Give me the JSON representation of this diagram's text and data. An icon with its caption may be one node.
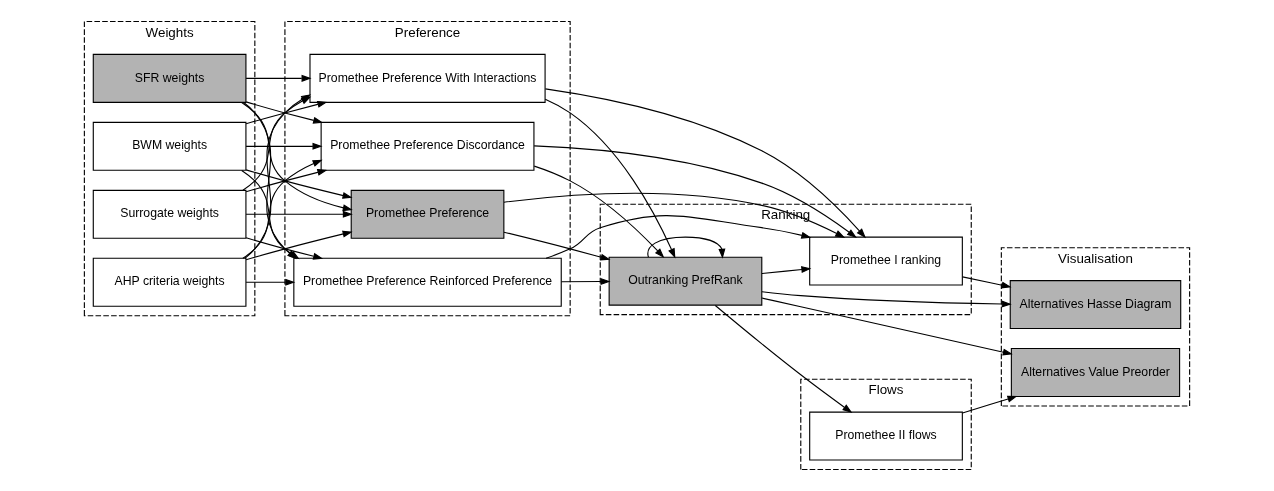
{
  "diagram": {
    "nodes": [
      {
        "text": [
          "Weights"
        ]
      },
      {
        "text": [
          "SFR weights"
        ],
        "in": 0
      },
      {
        "text": [
          "BWM weights"
        ],
        "in": 0
      },
      {
        "text": [
          "Surrogate weights"
        ],
        "in": 0
      },
      {
        "text": [
          "AHP criteria weights"
        ],
        "in": 0
      },
      {
        "text": [
          "Preference"
        ]
      },
      {
        "text": [
          "Promethee Preference"
        ],
        "in": 5
      },
      {
        "text": [
          "Promethee Preference Reinforced Preference"
        ],
        "in": 5
      },
      {
        "text": [
          "Promethee Preference With Interactions"
        ],
        "in": 5
      },
      {
        "text": [
          "Promethee Preference Discordance"
        ],
        "in": 5
      },
      {
        "text": [
          "Ranking"
        ]
      },
      {
        "text": [
          "Outranking PrefRank"
        ],
        "in": 10
      },
      {
        "text": [
          "Promethee I ranking"
        ],
        "in": 10
      },
      {
        "text": [
          "Visualisation"
        ]
      },
      {
        "text": [
          "Alternatives Hasse Diagram"
        ],
        "in": 13
      },
      {
        "text": [
          "Alternatives Value Preorder"
        ],
        "in": 13
      },
      {
        "text": [
          "Flows"
        ]
      },
      {
        "text": [
          "Promethee II flows"
        ],
        "in": 16
      }
    ],
    "edges": [
      {
        "from": 1,
        "to": 6,
        "arrow": "to"
      },
      {
        "from": 1,
        "to": 7,
        "arrow": "to"
      },
      {
        "from": 1,
        "to": 8,
        "arrow": "to"
      },
      {
        "from": 1,
        "to": 9,
        "arrow": "to"
      },
      {
        "from": 2,
        "to": 6,
        "arrow": "to"
      },
      {
        "from": 2,
        "to": 7,
        "arrow": "to"
      },
      {
        "from": 2,
        "to": 8,
        "arrow": "to"
      },
      {
        "from": 2,
        "to": 9,
        "arrow": "to"
      },
      {
        "from": 3,
        "to": 6,
        "arrow": "to"
      },
      {
        "from": 3,
        "to": 7,
        "arrow": "to"
      },
      {
        "from": 3,
        "to": 8,
        "arrow": "to"
      },
      {
        "from": 3,
        "to": 9,
        "arrow": "to"
      },
      {
        "from": 4,
        "to": 6,
        "arrow": "to"
      },
      {
        "from": 4,
        "to": 7,
        "arrow": "to"
      },
      {
        "from": 4,
        "to": 8,
        "arrow": "to"
      },
      {
        "from": 4,
        "to": 9,
        "arrow": "to"
      },
      {
        "from": 6,
        "to": 11,
        "arrow": "to"
      },
      {
        "from": 6,
        "to": 12,
        "arrow": "to"
      },
      {
        "from": 7,
        "to": 11,
        "arrow": "to"
      },
      {
        "from": 7,
        "to": 12,
        "arrow": "to"
      },
      {
        "from": 8,
        "to": 11,
        "arrow": "to"
      },
      {
        "from": 8,
        "to": 12,
        "arrow": "to"
      },
      {
        "from": 9,
        "to": 11,
        "arrow": "to"
      },
      {
        "from": 9,
        "to": 12,
        "arrow": "to"
      },
      {
        "from": 11,
        "to": 14,
        "arrow": "to"
      },
      {
        "from": 12,
        "to": 14,
        "arrow": "to"
      },
      {
        "from": 11,
        "to": 15,
        "arrow": "to"
      },
      {
        "from": 17,
        "to": 15,
        "arrow": "to"
      },
      {
        "from": 11,
        "to": 17,
        "arrow": "to"
      },
      {
        "from": 11,
        "to": 11,
        "arrow": "to"
      },
      {
        "from": 11,
        "to": 12,
        "arrow": "to"
      }
    ]
  }
}
